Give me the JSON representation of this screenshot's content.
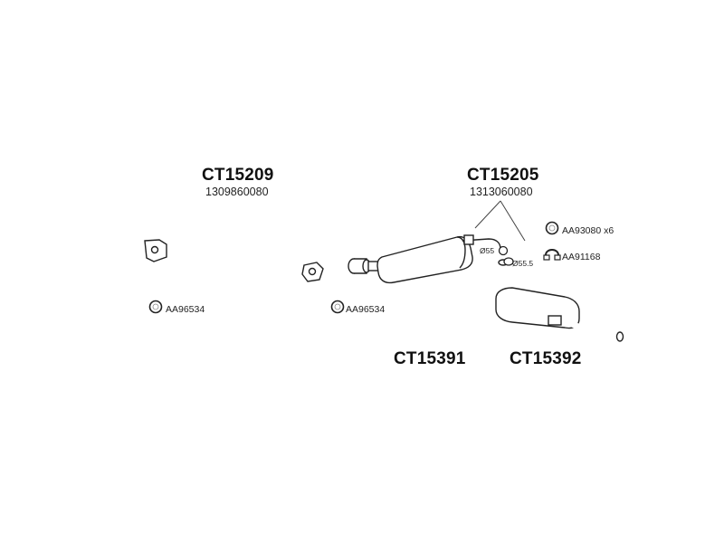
{
  "assemblies": [
    {
      "code": "CT15209",
      "oem": "1309860080"
    },
    {
      "code": "CT15205",
      "oem": "1313060080"
    },
    {
      "code": "CT15391"
    },
    {
      "code": "CT15392"
    }
  ],
  "accessories": {
    "left_gasket": "AA96534",
    "mid_gasket": "AA96534",
    "nut_set": "AA93080 x6",
    "clamp": "AA91168"
  },
  "diameters": {
    "d1": "Ø55",
    "d2": "Ø55.5"
  },
  "icons": [
    "ring-gasket-icon",
    "clamp-icon"
  ],
  "colors": {
    "line": "#222222",
    "background": "#ffffff"
  }
}
